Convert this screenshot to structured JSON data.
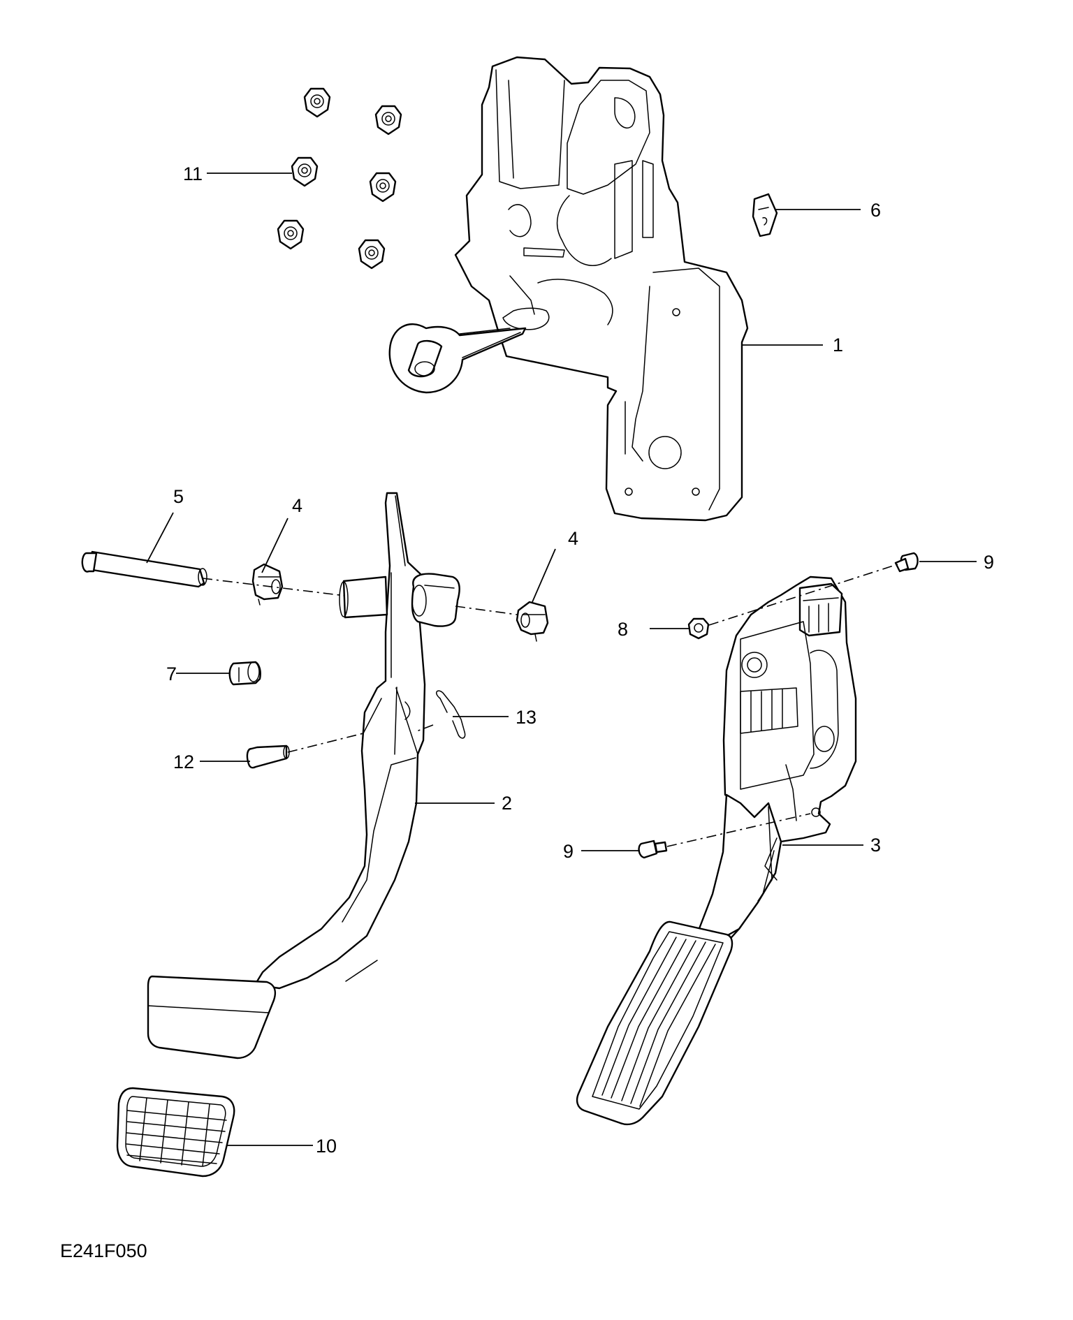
{
  "figure": {
    "code": "E241F050"
  },
  "callouts": {
    "c1": "1",
    "c2": "2",
    "c3": "3",
    "c4a": "4",
    "c4b": "4",
    "c5": "5",
    "c6": "6",
    "c7": "7",
    "c8": "8",
    "c9a": "9",
    "c9b": "9",
    "c10": "10",
    "c11": "11",
    "c12": "12",
    "c13": "13"
  }
}
